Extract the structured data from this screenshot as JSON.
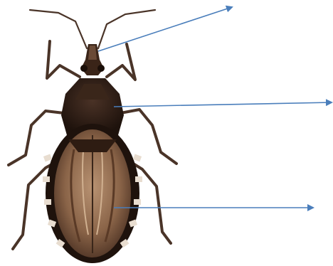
{
  "figure": {
    "subject": "insect-specimen",
    "labels": []
  },
  "colors": {
    "background": "#ffffff",
    "arrow": "#4a7ebb",
    "body_dark": "#2a1a12",
    "body_mid": "#5a3a26",
    "wing_light": "#b08a66",
    "wing_dark": "#6b4a32",
    "leg": "#4a3428",
    "band_light": "#e8ddd0"
  },
  "arrows": [
    {
      "name": "arrow-head"
    },
    {
      "name": "arrow-thorax"
    },
    {
      "name": "arrow-abdomen"
    }
  ]
}
